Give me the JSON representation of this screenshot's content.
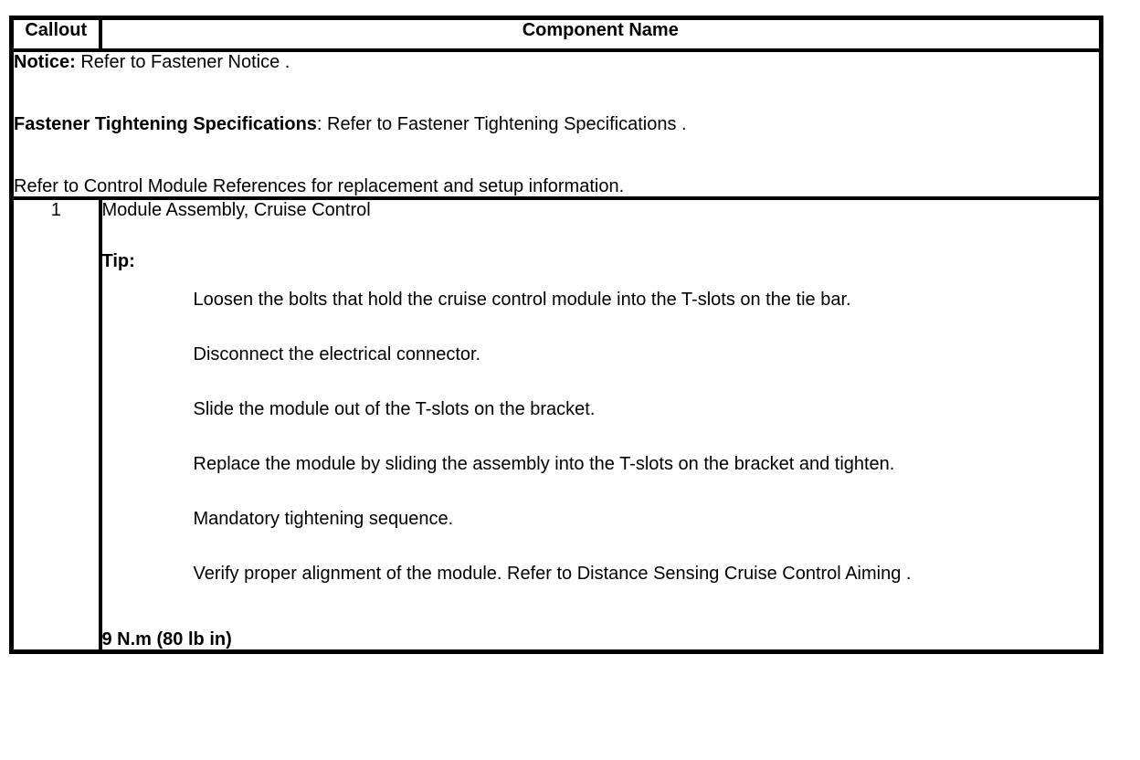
{
  "table": {
    "header": {
      "callout": "Callout",
      "component_name": "Component Name"
    },
    "notice_block": {
      "notice": {
        "label": "Notice:",
        "text": " Refer to Fastener Notice ."
      },
      "fastener": {
        "label": "Fastener Tightening Specifications",
        "text": ": Refer to Fastener Tightening Specifications ."
      },
      "references": "Refer to Control Module References for replacement and setup information."
    },
    "rows": [
      {
        "callout": "1",
        "component": "Module Assembly, Cruise Control",
        "tip_label": "Tip:",
        "steps": [
          "Loosen the bolts that hold the cruise control module into the T-slots on the tie bar.",
          "Disconnect the electrical connector.",
          "Slide the module out of the T-slots on the bracket.",
          "Replace the module by sliding the assembly into the T-slots on the bracket and tighten.",
          "Mandatory tightening sequence.",
          "Verify proper alignment of the module. Refer to Distance Sensing Cruise Control Aiming ."
        ],
        "torque": "9 N.m (80 lb in)"
      }
    ],
    "colors": {
      "border": "#000000",
      "text": "#000000",
      "background": "#ffffff"
    }
  }
}
